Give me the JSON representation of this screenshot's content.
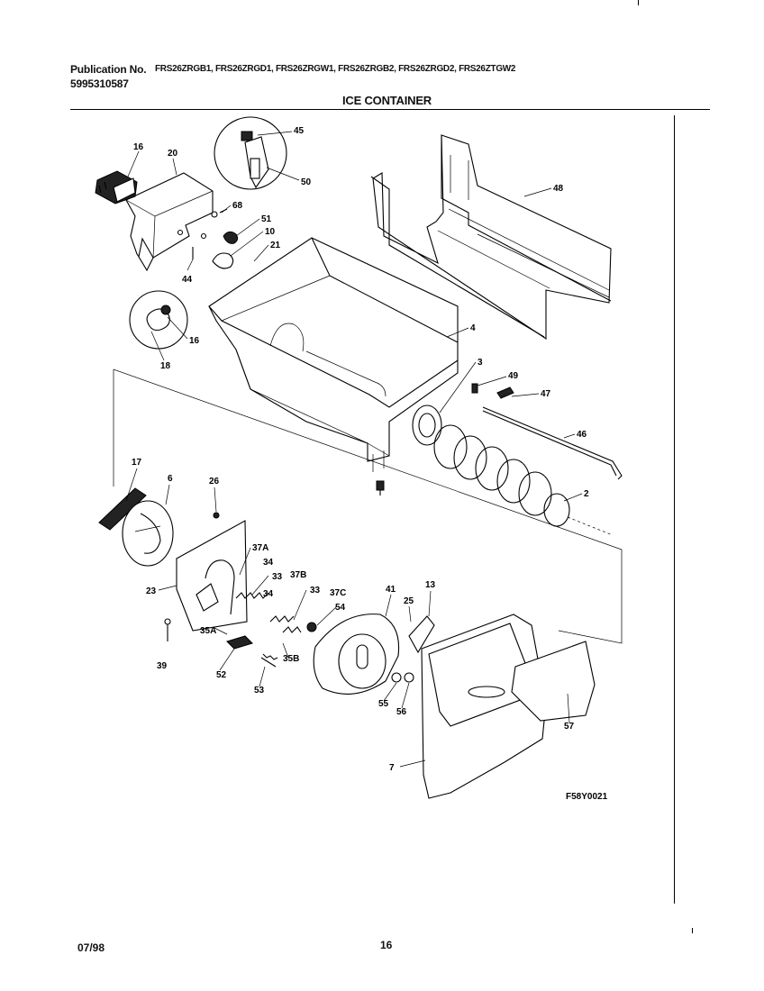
{
  "header": {
    "publication_label": "Publication No.",
    "publication_number": "5995310587",
    "models": "FRS26ZRGB1, FRS26ZRGD1, FRS26ZRGW1, FRS26ZRGB2, FRS26ZRGD2, FRS26ZTGW2",
    "section_title": "ICE CONTAINER"
  },
  "diagram": {
    "drawing_code": "F58Y0021",
    "callouts": [
      "16",
      "20",
      "45",
      "50",
      "48",
      "68",
      "51",
      "10",
      "21",
      "44",
      "16",
      "18",
      "4",
      "3",
      "49",
      "47",
      "46",
      "2",
      "17",
      "6",
      "26",
      "37A",
      "34",
      "33",
      "37B",
      "23",
      "34",
      "35A",
      "33",
      "37C",
      "41",
      "25",
      "13",
      "54",
      "39",
      "52",
      "35B",
      "53",
      "55",
      "56",
      "57",
      "7"
    ]
  },
  "footer": {
    "date": "07/98",
    "page": "16"
  }
}
